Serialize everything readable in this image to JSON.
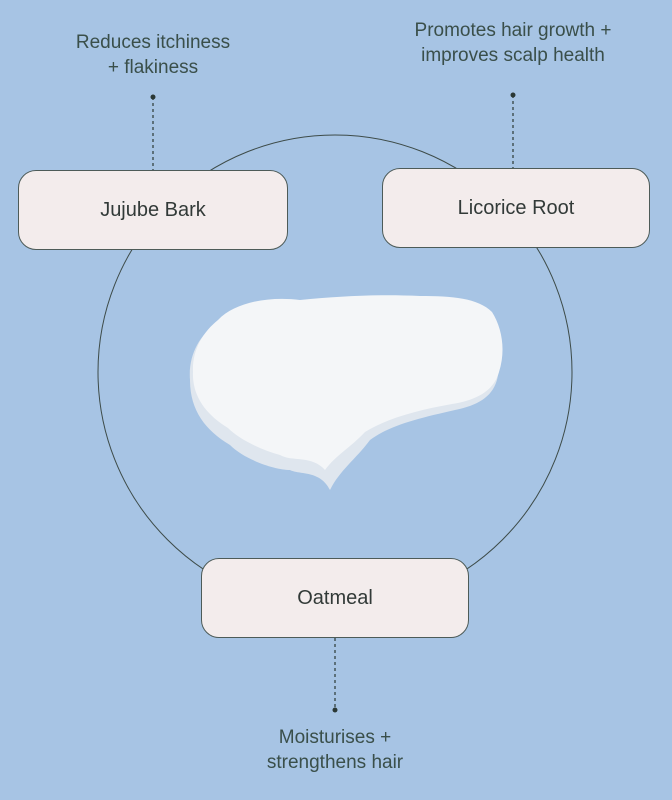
{
  "ingredients": [
    {
      "name": "Jujube Bark",
      "benefit_line1": "Reduces itchiness",
      "benefit_line2": "+ flakiness"
    },
    {
      "name": "Licorice Root",
      "benefit_line1": "Promotes hair growth +",
      "benefit_line2": "improves scalp health"
    },
    {
      "name": "Oatmeal",
      "benefit_line1": "Moisturises +",
      "benefit_line2": "strengthens hair"
    }
  ],
  "colors": {
    "background": "#a7c4e4",
    "box": "#f3ecec",
    "line": "#34443f"
  }
}
